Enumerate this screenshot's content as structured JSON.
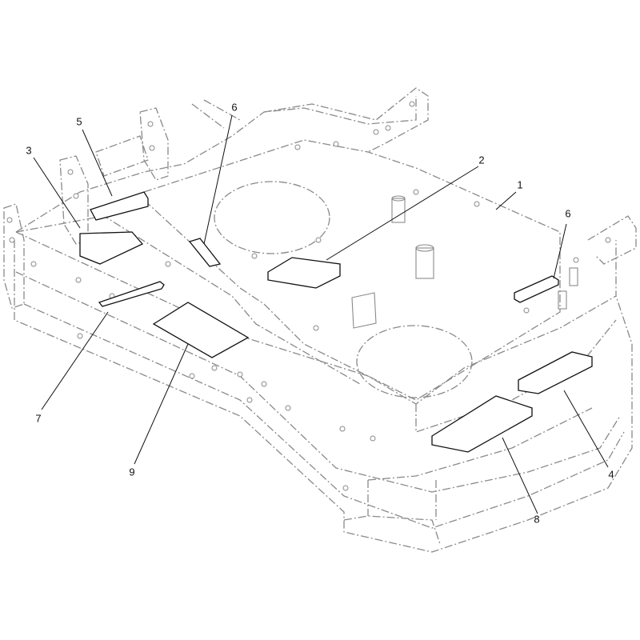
{
  "diagram": {
    "callouts": [
      {
        "id": "c1",
        "label": "1"
      },
      {
        "id": "c2",
        "label": "2"
      },
      {
        "id": "c3",
        "label": "3"
      },
      {
        "id": "c4",
        "label": "4"
      },
      {
        "id": "c5",
        "label": "5"
      },
      {
        "id": "c6a",
        "label": "6"
      },
      {
        "id": "c6b",
        "label": "6"
      },
      {
        "id": "c7",
        "label": "7"
      },
      {
        "id": "c8",
        "label": "8"
      },
      {
        "id": "c9",
        "label": "9"
      }
    ]
  },
  "colors": {
    "line": "#8a8a8a",
    "decal_outline": "#111111",
    "background": "#ffffff"
  }
}
